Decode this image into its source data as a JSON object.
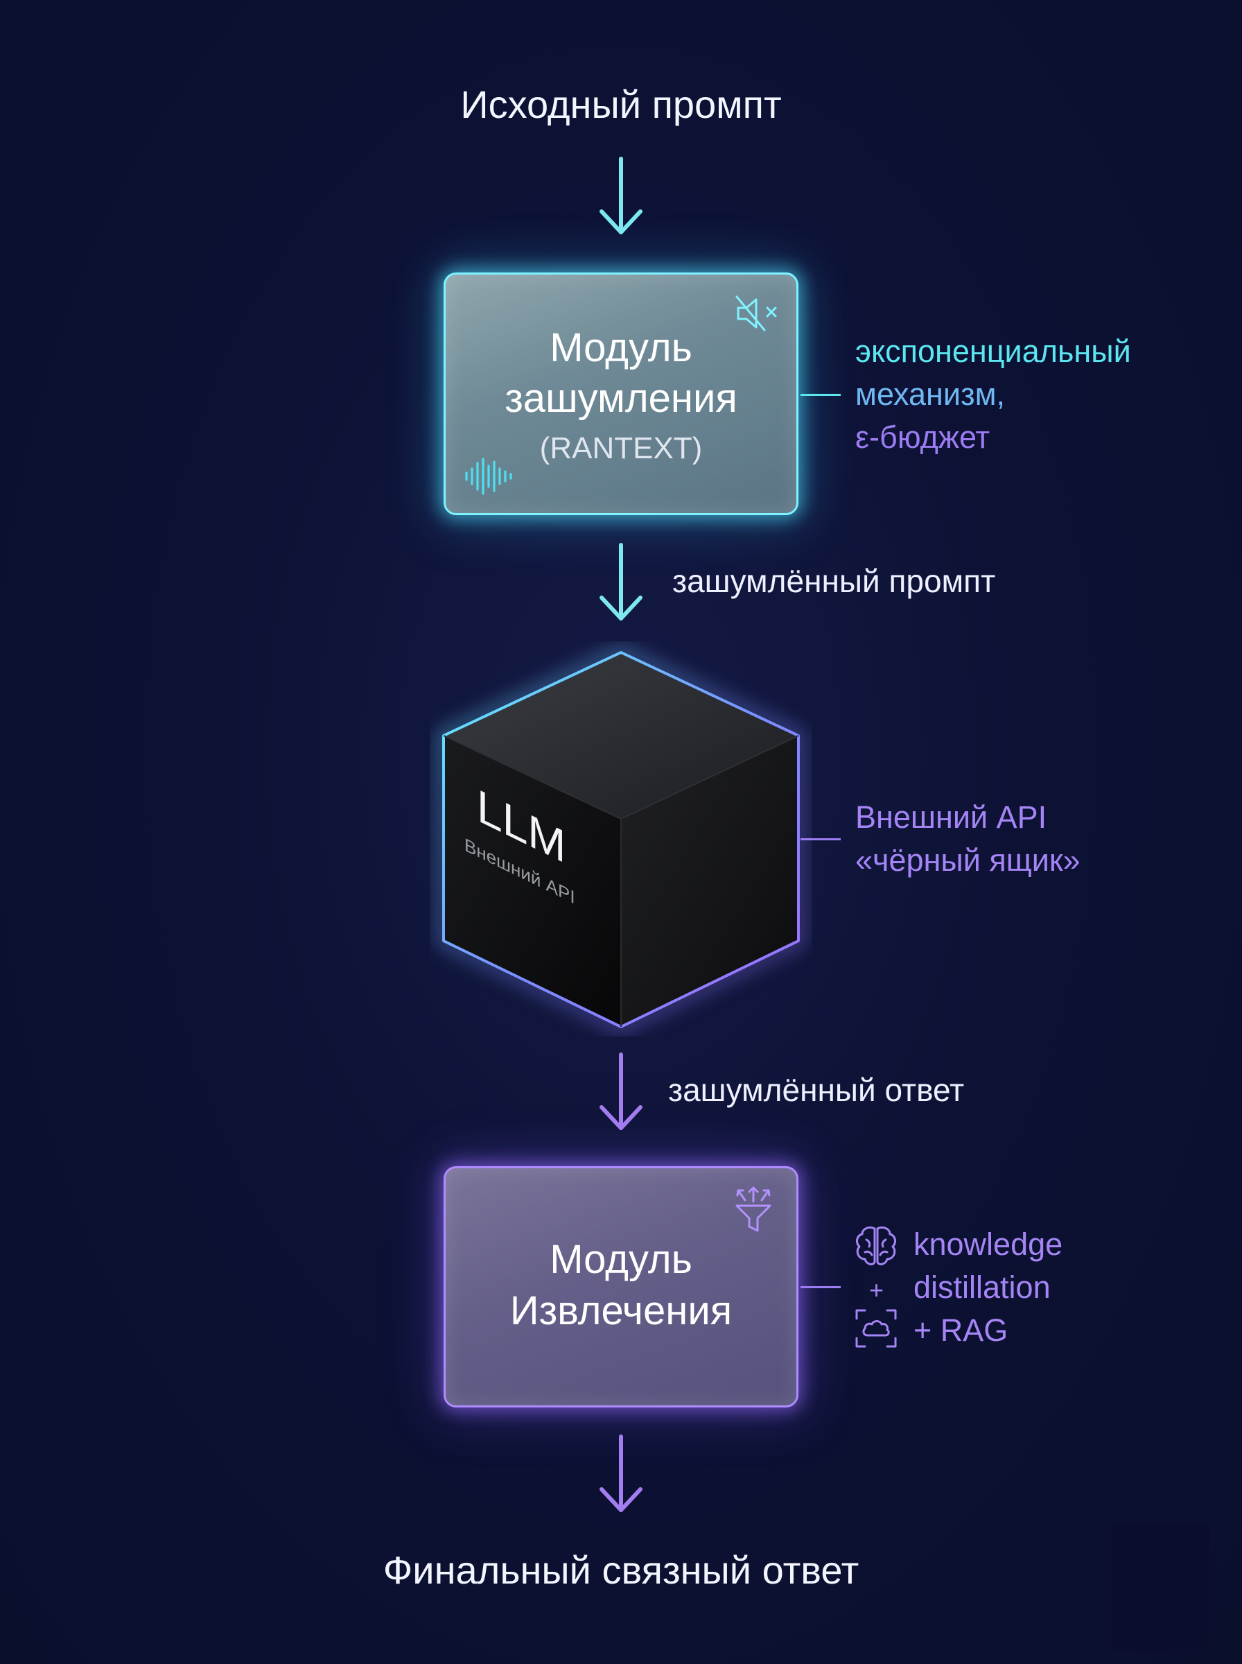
{
  "diagram": {
    "input_label": "Исходный промпт",
    "noise_module": {
      "line1": "Модуль",
      "line2": "зашумления",
      "line3": "(RANTEXT)",
      "note_line1": "экспоненциальный",
      "note_line2": "механизм,",
      "note_line3": "ε-бюджет"
    },
    "edge_noised_prompt": "зашумлённый промпт",
    "llm": {
      "title": "LLM",
      "subtitle": "Внешний API",
      "note_line1": "Внешний API",
      "note_line2": "«чёрный ящик»"
    },
    "edge_noised_response": "зашумлённый ответ",
    "extraction_module": {
      "line1": "Модуль",
      "line2": "Извлечения",
      "note_line1": "knowledge",
      "note_plus": "+",
      "note_line2": "distillation",
      "note_line3": "+ RAG"
    },
    "output_label": "Финальный связный ответ"
  },
  "colors": {
    "background": "#0b1030",
    "teal": "#5ce6f0",
    "violet": "#9c7cf2",
    "arrow_top": "#7de8ee",
    "arrow_bottom": "#a47ef0"
  }
}
